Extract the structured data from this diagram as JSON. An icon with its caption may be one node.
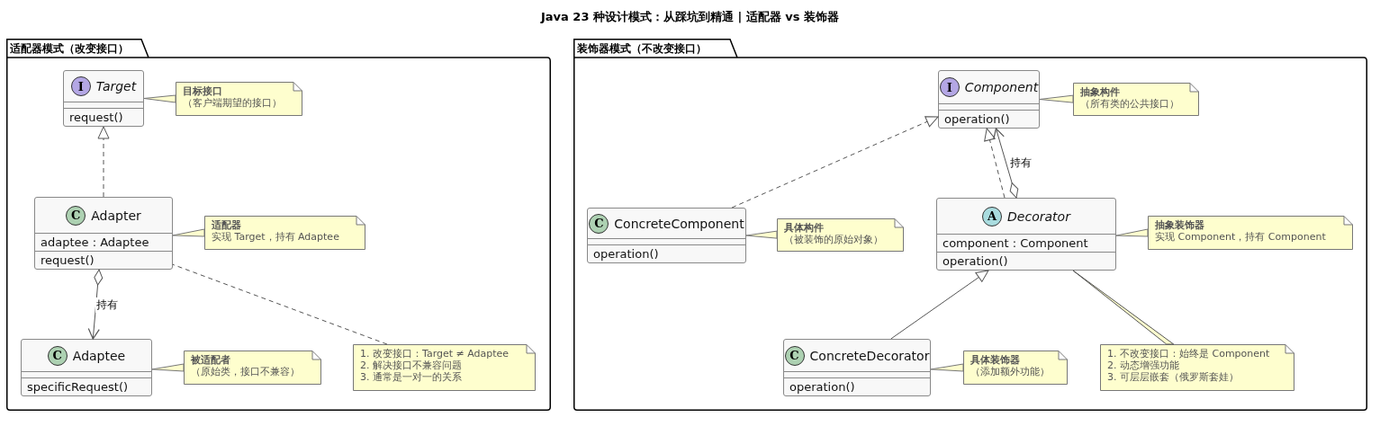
{
  "diagram": {
    "title": "Java 23 种设计模式：从踩坑到精通 | 适配器 vs 装饰器",
    "nodes": [
      {
        "text": [
          "适配器模式（改变接口）"
        ]
      },
      {
        "text": [
          "I",
          "Target",
          "request()"
        ],
        "in": 0
      },
      {
        "text": [
          "目标接口",
          "（客户端期望的接口）"
        ],
        "in": 0
      },
      {
        "text": [
          "C",
          "Adapter",
          "adaptee : Adaptee",
          "request()"
        ],
        "in": 0
      },
      {
        "text": [
          "适配器",
          "实现 Target，持有 Adaptee"
        ],
        "in": 0
      },
      {
        "text": [
          "C",
          "Adaptee",
          "specificRequest()"
        ],
        "in": 0
      },
      {
        "text": [
          "被适配者",
          "（原始类，接口不兼容）"
        ],
        "in": 0
      },
      {
        "text": [
          "1. 改变接口：Target ≠ Adaptee",
          "2. 解决接口不兼容问题",
          "3. 通常是一对一的关系"
        ],
        "in": 0
      },
      {
        "text": [
          "装饰器模式（不改变接口）"
        ]
      },
      {
        "text": [
          "I",
          "Component",
          "operation()"
        ],
        "in": 8
      },
      {
        "text": [
          "抽象构件",
          "（所有类的公共接口）"
        ],
        "in": 8
      },
      {
        "text": [
          "C",
          "ConcreteComponent",
          "operation()"
        ],
        "in": 8
      },
      {
        "text": [
          "具体构件",
          "（被装饰的原始对象）"
        ],
        "in": 8
      },
      {
        "text": [
          "A",
          "Decorator",
          "component : Component",
          "operation()"
        ],
        "in": 8
      },
      {
        "text": [
          "抽象装饰器",
          "实现 Component，持有 Component"
        ],
        "in": 8
      },
      {
        "text": [
          "C",
          "ConcreteDecorator",
          "operation()"
        ],
        "in": 8
      },
      {
        "text": [
          "具体装饰器",
          "（添加额外功能）"
        ],
        "in": 8
      },
      {
        "text": [
          "1. 不改变接口：始终是 Component",
          "2. 动态增强功能",
          "3. 可层层嵌套（俄罗斯套娃）"
        ],
        "in": 8
      }
    ],
    "edges": [
      {
        "from": 3,
        "to": 1,
        "arrow": "to",
        "style": "dashed"
      },
      {
        "from": 3,
        "to": 5,
        "arrow": "to",
        "label": "持有"
      },
      {
        "from": 2,
        "to": 1,
        "arrow": "none"
      },
      {
        "from": 4,
        "to": 3,
        "arrow": "none"
      },
      {
        "from": 6,
        "to": 5,
        "arrow": "none"
      },
      {
        "from": 7,
        "to": 3,
        "arrow": "none",
        "style": "dashed"
      },
      {
        "from": 11,
        "to": 9,
        "arrow": "to",
        "style": "dashed"
      },
      {
        "from": 13,
        "to": 9,
        "arrow": "to",
        "style": "dashed"
      },
      {
        "from": 13,
        "to": 9,
        "arrow": "to",
        "label": "持有"
      },
      {
        "from": 15,
        "to": 13,
        "arrow": "to"
      },
      {
        "from": 10,
        "to": 9,
        "arrow": "none"
      },
      {
        "from": 12,
        "to": 11,
        "arrow": "none"
      },
      {
        "from": 14,
        "to": 13,
        "arrow": "none"
      },
      {
        "from": 16,
        "to": 15,
        "arrow": "none"
      },
      {
        "from": 17,
        "to": 13,
        "arrow": "none"
      }
    ]
  }
}
